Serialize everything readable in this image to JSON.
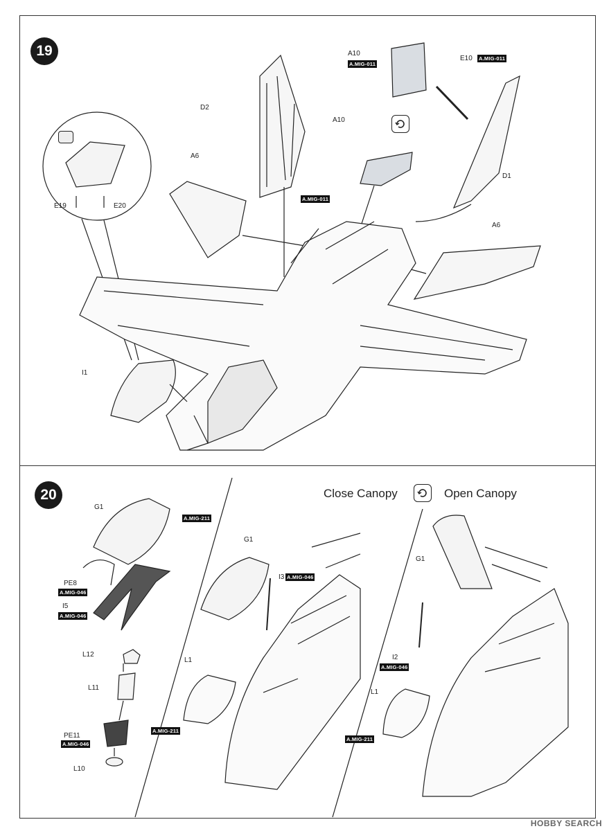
{
  "step19": {
    "number": "19",
    "parts": {
      "a10_top": "A10",
      "a10_mid": "A10",
      "e10": "E10",
      "d2": "D2",
      "d1": "D1",
      "a6_left": "A6",
      "a6_right": "A6",
      "e19": "E19",
      "e20": "E20",
      "i1": "I1"
    },
    "badges": {
      "a10_top": "A.MIG-011",
      "e10": "A.MIG-011",
      "fuselage": "A.MIG-011"
    }
  },
  "step20": {
    "number": "20",
    "close_canopy": "Close Canopy",
    "open_canopy": "Open Canopy",
    "parts": {
      "g1_a": "G1",
      "pe8": "PE8",
      "i5": "I5",
      "l12": "L12",
      "l11": "L11",
      "pe11": "PE11",
      "l10": "L10",
      "g1_b": "G1",
      "i3": "I3",
      "l1_b": "L1",
      "g1_c": "G1",
      "i2": "I2",
      "l1_c": "L1"
    },
    "badges": {
      "g1_a": "A.MIG-211",
      "pe8": "A.MIG-046",
      "i5": "A.MIG-046",
      "pe11": "A.MIG-046",
      "i3": "A.MIG-046",
      "l1_b": "A.MIG-211",
      "i2": "A.MIG-046",
      "l1_c": "A.MIG-211"
    }
  },
  "watermark": "HOBBY SEARCH",
  "icons": [
    "rotate-flip-icon",
    "glue-icon"
  ]
}
